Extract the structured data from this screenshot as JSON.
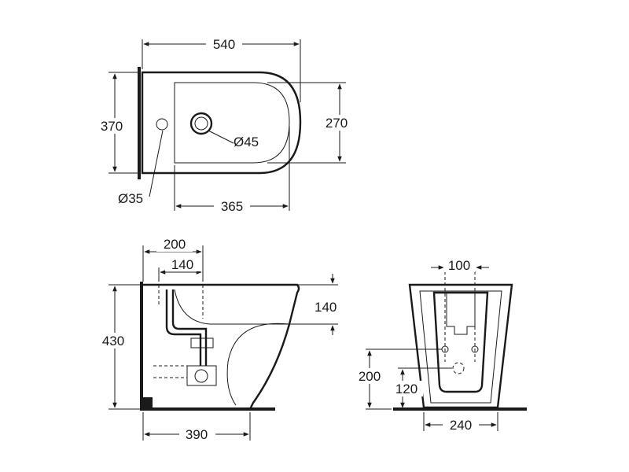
{
  "top_view": {
    "width_label": "540",
    "depth_label": "370",
    "bowl_depth_label": "270",
    "bowl_length_label": "365",
    "drain_diameter_label": "Ø45",
    "tap_hole_label": "Ø35"
  },
  "side_view": {
    "wall_to_trap_label": "200",
    "wall_to_pipe_label": "140",
    "rim_depth_label": "140",
    "height_label": "430",
    "length_label": "390"
  },
  "front_view": {
    "bolt_spacing_label": "100",
    "bolt_height_label": "200",
    "inlet_height_label": "120",
    "base_width_label": "240"
  }
}
